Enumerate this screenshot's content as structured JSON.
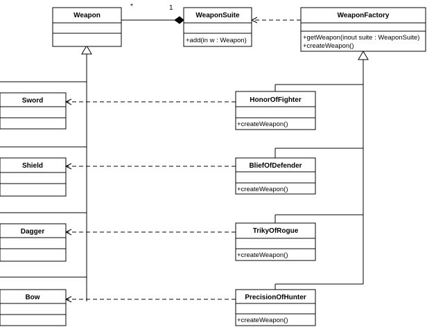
{
  "classes": {
    "weapon": {
      "name": "Weapon"
    },
    "weapon_suite": {
      "name": "WeaponSuite",
      "op": "+add(in w : Weapon)"
    },
    "weapon_factory": {
      "name": "WeaponFactory",
      "ops": [
        "+getWeapon(inout suite : WeaponSuite)",
        "+createWeapon()"
      ]
    },
    "sword": {
      "name": "Sword"
    },
    "shield": {
      "name": "Shield"
    },
    "dagger": {
      "name": "Dagger"
    },
    "bow": {
      "name": "Bow"
    },
    "honor_of_fighter": {
      "name": "HonorOfFighter",
      "op": "+createWeapon()"
    },
    "blief_of_defender": {
      "name": "BliefOfDefender",
      "op": "+createWeapon()"
    },
    "triky_of_rogue": {
      "name": "TrikyOfRogue",
      "op": "+createWeapon()"
    },
    "precision_of_hunter": {
      "name": "PrecisionOfHunter",
      "op": "+createWeapon()"
    }
  },
  "multiplicities": {
    "weapon_end": "*",
    "suite_end": "1"
  }
}
